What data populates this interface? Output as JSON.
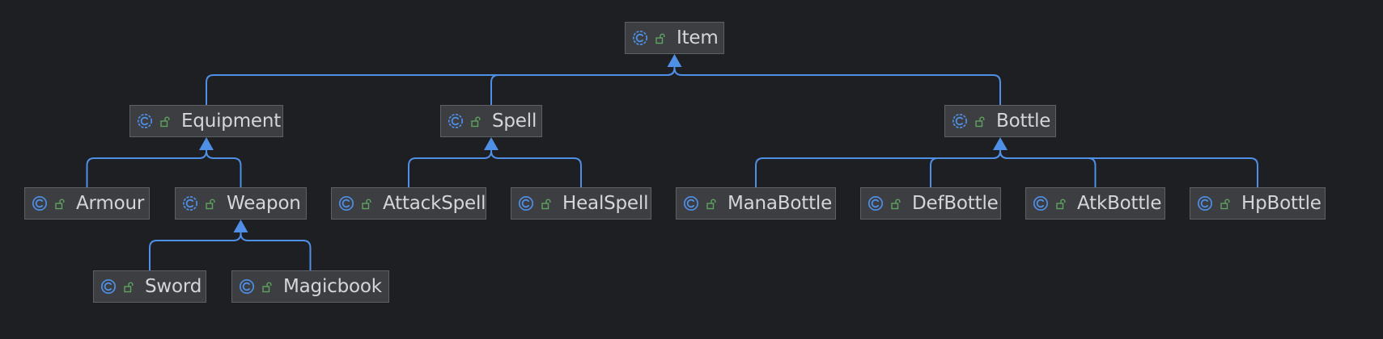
{
  "colors": {
    "background": "#1e1f22",
    "node_fill": "#3c3e42",
    "node_border": "#5d6066",
    "label": "#d4d6da",
    "edge": "#4f8fe6",
    "class_icon": "#4f8fe6",
    "visibility_icon": "#5ea35e"
  },
  "icons": {
    "class": "class-icon",
    "abstract_class": "abstract-class-icon",
    "visibility": "public-visibility-icon"
  },
  "nodes": [
    {
      "id": "item",
      "label": "Item",
      "kind": "abstract"
    },
    {
      "id": "equipment",
      "label": "Equipment",
      "kind": "abstract"
    },
    {
      "id": "spell",
      "label": "Spell",
      "kind": "abstract"
    },
    {
      "id": "bottle",
      "label": "Bottle",
      "kind": "abstract"
    },
    {
      "id": "armour",
      "label": "Armour",
      "kind": "class"
    },
    {
      "id": "weapon",
      "label": "Weapon",
      "kind": "abstract"
    },
    {
      "id": "attackspell",
      "label": "AttackSpell",
      "kind": "class"
    },
    {
      "id": "healspell",
      "label": "HealSpell",
      "kind": "class"
    },
    {
      "id": "manabottle",
      "label": "ManaBottle",
      "kind": "class"
    },
    {
      "id": "defbottle",
      "label": "DefBottle",
      "kind": "class"
    },
    {
      "id": "atkbottle",
      "label": "AtkBottle",
      "kind": "class"
    },
    {
      "id": "hpbottle",
      "label": "HpBottle",
      "kind": "class"
    },
    {
      "id": "sword",
      "label": "Sword",
      "kind": "class"
    },
    {
      "id": "magicbook",
      "label": "Magicbook",
      "kind": "class"
    }
  ],
  "edges": [
    {
      "child": "equipment",
      "parent": "item"
    },
    {
      "child": "spell",
      "parent": "item"
    },
    {
      "child": "bottle",
      "parent": "item"
    },
    {
      "child": "armour",
      "parent": "equipment"
    },
    {
      "child": "weapon",
      "parent": "equipment"
    },
    {
      "child": "attackspell",
      "parent": "spell"
    },
    {
      "child": "healspell",
      "parent": "spell"
    },
    {
      "child": "manabottle",
      "parent": "bottle"
    },
    {
      "child": "defbottle",
      "parent": "bottle"
    },
    {
      "child": "atkbottle",
      "parent": "bottle"
    },
    {
      "child": "hpbottle",
      "parent": "bottle"
    },
    {
      "child": "sword",
      "parent": "weapon"
    },
    {
      "child": "magicbook",
      "parent": "weapon"
    }
  ]
}
